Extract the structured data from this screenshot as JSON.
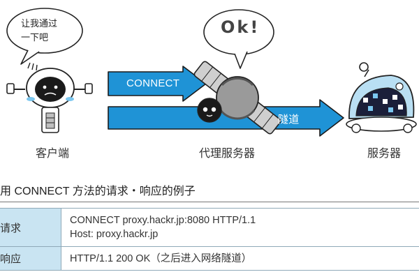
{
  "scene": {
    "client_speech_line1": "让我通过",
    "client_speech_line2": "一下吧",
    "proxy_speech": "Ok!",
    "arrow_connect_label": "CONNECT",
    "arrow_tunnel_label": "隧道",
    "client_caption": "客户端",
    "proxy_caption": "代理服务器",
    "server_caption": "服务器"
  },
  "table": {
    "title": "用 CONNECT 方法的请求・响应的例子",
    "rows": [
      {
        "label": "请求",
        "lines": [
          "CONNECT proxy.hackr.jp:8080 HTTP/1.1",
          "Host: proxy.hackr.jp"
        ]
      },
      {
        "label": "响应",
        "lines": [
          "HTTP/1.1 200 OK（之后进入网络隧道）"
        ]
      }
    ]
  },
  "colors": {
    "arrow_blue": "#1f93d6",
    "arrow_outline": "#1a1a1a",
    "table_label_bg": "#c9e4f2",
    "server_dark": "#1b1f3a"
  }
}
